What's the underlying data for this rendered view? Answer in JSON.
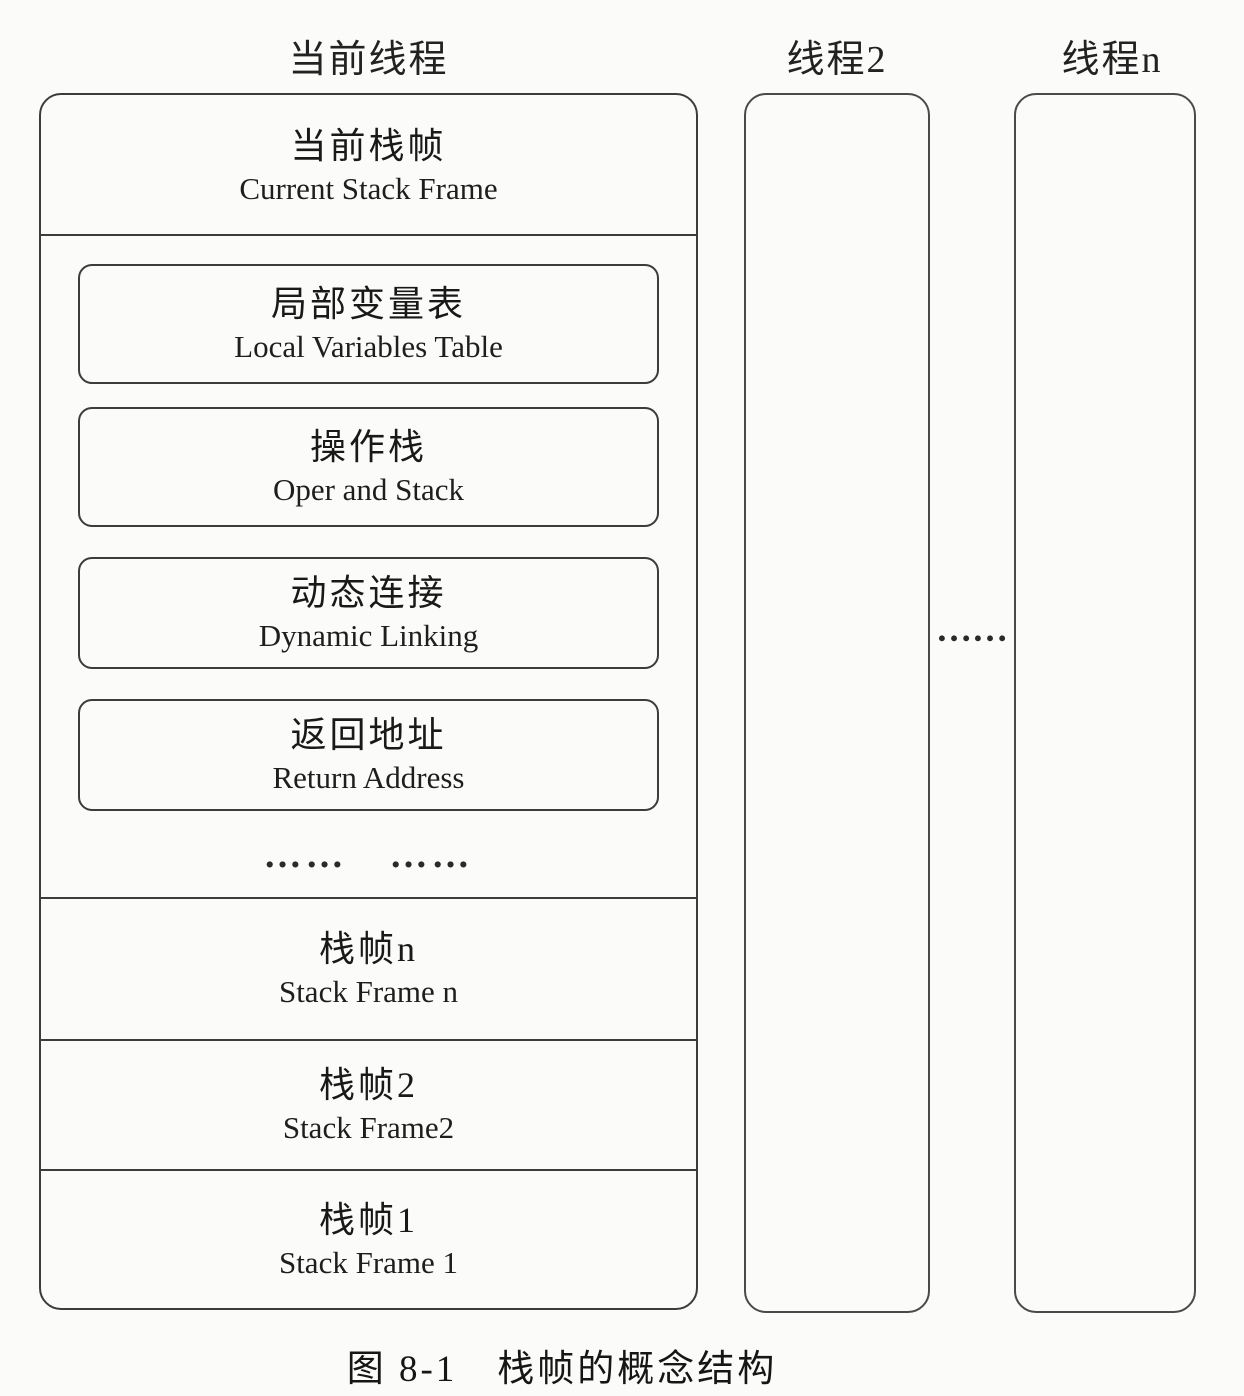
{
  "diagram": {
    "caption": "图 8-1　栈帧的概念结构",
    "colors": {
      "background": "#fbfbf9",
      "line": "#3c3c3c",
      "text": "#1b1b1b"
    },
    "current_thread": {
      "label": "当前线程",
      "current_frame": {
        "title_zh": "当前栈帧",
        "title_en": "Current Stack Frame"
      },
      "frame_parts": [
        {
          "zh": "局部变量表",
          "en": "Local Variables Table"
        },
        {
          "zh": "操作栈",
          "en": "Oper and Stack"
        },
        {
          "zh": "动态连接",
          "en": "Dynamic Linking"
        },
        {
          "zh": "返回地址",
          "en": "Return Address"
        }
      ],
      "frame_parts_ellipsis": "……　……",
      "older_frames": [
        {
          "zh": "栈帧n",
          "en": "Stack Frame n"
        },
        {
          "zh": "栈帧2",
          "en": "Stack Frame2"
        },
        {
          "zh": "栈帧1",
          "en": "Stack Frame 1"
        }
      ]
    },
    "thread2": {
      "label": "线程2"
    },
    "thread_n": {
      "label": "线程n"
    },
    "threads_ellipsis": "……"
  }
}
